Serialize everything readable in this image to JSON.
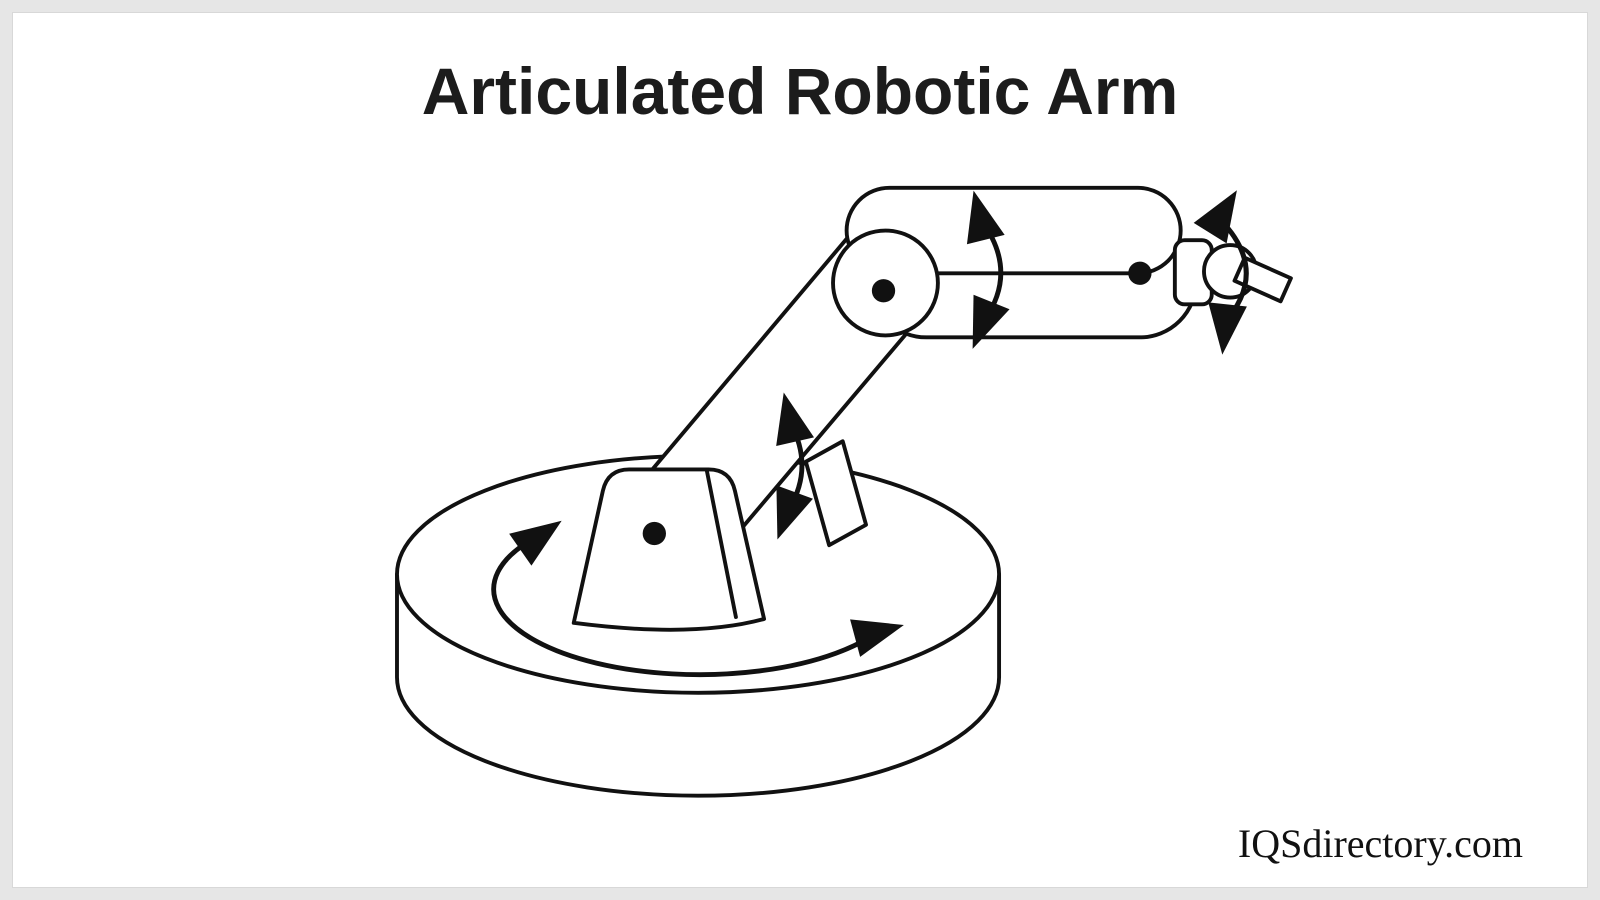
{
  "title": "Articulated Robotic Arm",
  "watermark": "IQSdirectory.com",
  "colors": {
    "line": "#111111",
    "paper": "#ffffff",
    "frame": "#e6e6e6"
  },
  "diagram": {
    "type": "illustration",
    "subject": "articulated robotic arm",
    "parts": [
      "rotating-base",
      "shoulder-mount",
      "upper-arm",
      "elbow-joint",
      "forearm",
      "wrist-joint",
      "end-effector"
    ],
    "motion_arrows": [
      "base-rotation-arrow",
      "shoulder-pitch-arrow",
      "elbow-pitch-arrow",
      "wrist-pitch-arrow"
    ]
  }
}
